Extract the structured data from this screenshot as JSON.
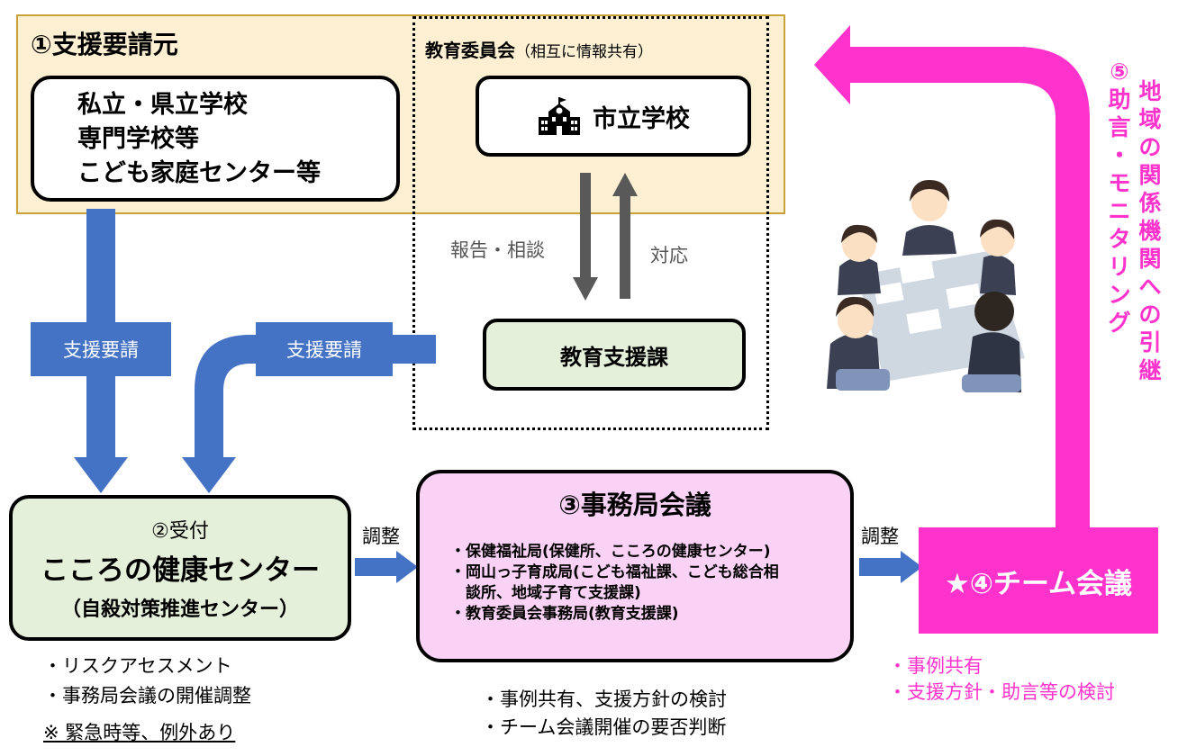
{
  "requester": {
    "title": "①支援要請元",
    "lines": [
      "私立・県立学校",
      "専門学校等",
      "こども家庭センター等"
    ]
  },
  "board": {
    "title": "教育委員会",
    "note": "（相互に情報共有）",
    "city_school": "市立学校",
    "support_section": "教育支援課",
    "report_label": "報告・相談",
    "response_label": "対応"
  },
  "arrows": {
    "request_label_left": "支援要請",
    "request_label_right": "支援要請",
    "coordinate_left": "調整",
    "coordinate_right": "調整"
  },
  "reception": {
    "line1": "②受付",
    "line2": "こころの健康センター",
    "line3": "（自殺対策推進センター）",
    "notes": [
      "・リスクアセスメント",
      "・事務局会議の開催調整"
    ],
    "exception": "※ 緊急時等、例外あり"
  },
  "secretariat": {
    "title": "③事務局会議",
    "items": [
      "・保健福祉局(保健所、こころの健康センター)",
      "・岡山っ子育成局(こども福祉課、こども総合相",
      "談所、地域子育て支援課)",
      "・教育委員会事務局(教育支援課)"
    ],
    "notes": [
      "・事例共有、支援方針の検討",
      "・チーム会議開催の要否判断"
    ]
  },
  "team": {
    "title": "★④チーム会議",
    "notes": [
      "・事例共有",
      "・支援方針・助言等の検討"
    ]
  },
  "handover": {
    "col_right": [
      "地",
      "域",
      "の",
      "関",
      "係",
      "機",
      "関",
      "へ",
      "の",
      "引",
      "継"
    ],
    "col_left": [
      "⑤",
      "助",
      "言",
      "・",
      "モ",
      "ニ",
      "タ",
      "リ",
      "ン",
      "グ"
    ]
  },
  "colors": {
    "panel_fill": "#fdf0d2",
    "panel_border": "#c9a23a",
    "green_fill": "#e5f0db",
    "pink_fill": "#f9d2f6",
    "magenta": "#ff33cc",
    "blue_arrow": "#4472c4",
    "gray_arrow": "#595959"
  },
  "icons": [
    "school-icon",
    "meeting-illustration"
  ]
}
